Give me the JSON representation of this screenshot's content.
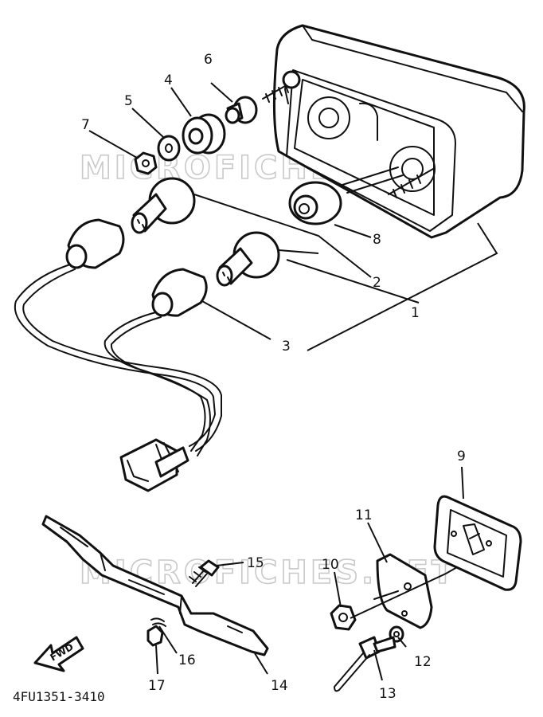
{
  "watermark": "MICROFICHES.NET",
  "diagram_code": "4FU1351-3410",
  "direction_arrow_label": "FWD",
  "callouts": {
    "c1": "1",
    "c2": "2",
    "c3": "3",
    "c4": "4",
    "c5": "5",
    "c6": "6",
    "c7": "7",
    "c8": "8",
    "c9": "9",
    "c10": "10",
    "c11": "11",
    "c12": "12",
    "c13": "13",
    "c14": "14",
    "c15": "15",
    "c16": "16",
    "c17": "17"
  }
}
